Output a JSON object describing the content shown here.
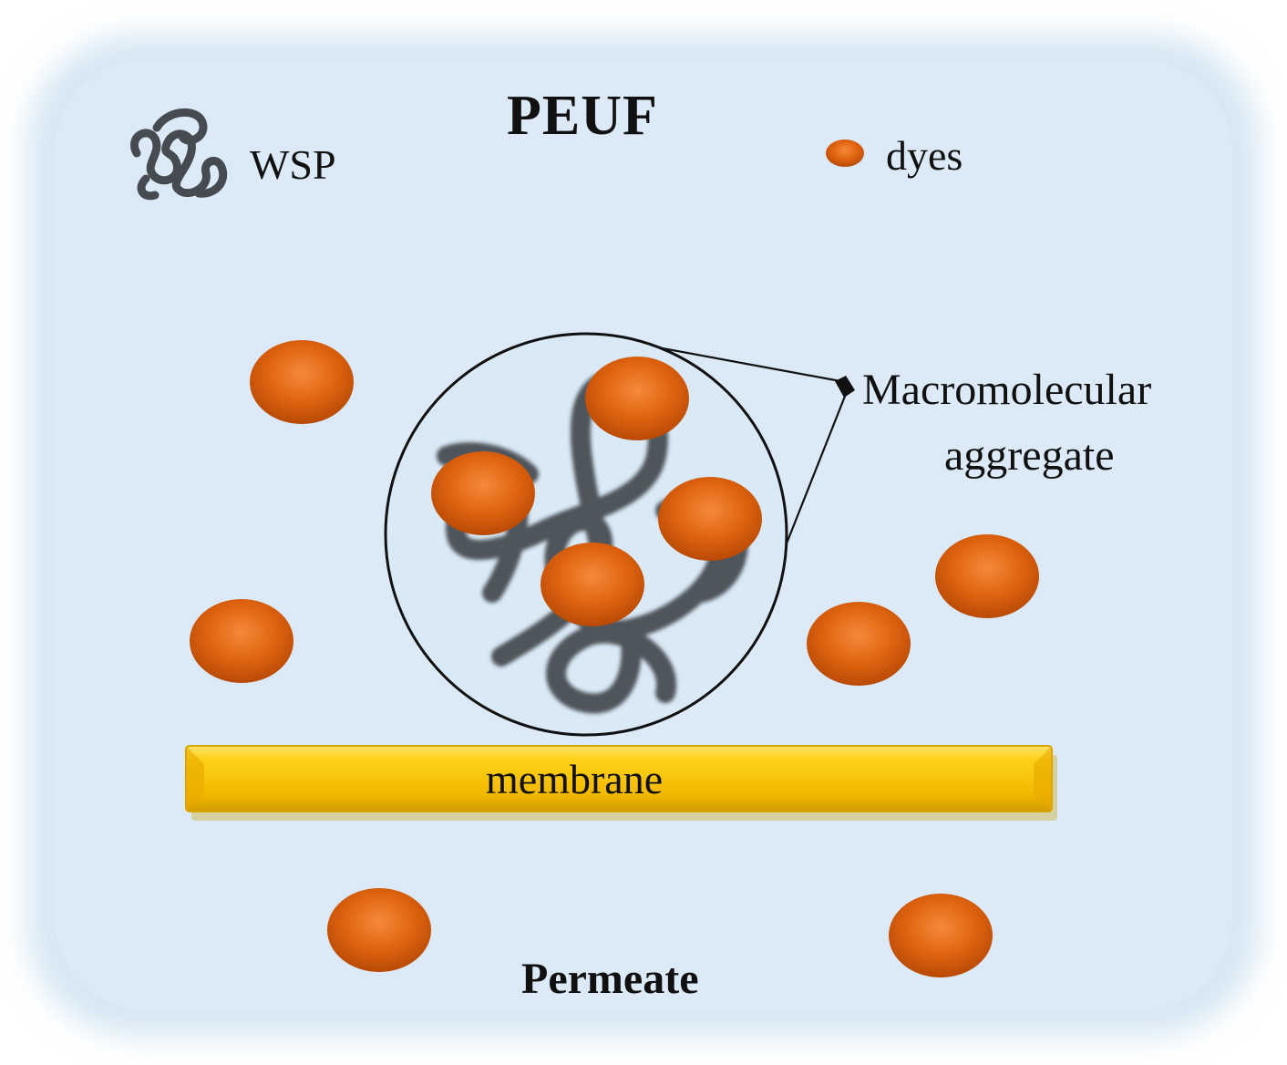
{
  "title": "PEUF",
  "legend": {
    "wsp": {
      "label": "WSP",
      "icon": "polymer-coil-icon"
    },
    "dyes": {
      "label": "dyes",
      "icon": "dye-particle-icon"
    }
  },
  "aggregate": {
    "label_line1": "Macromolecular",
    "label_line2": "aggregate"
  },
  "membrane": {
    "label": "membrane"
  },
  "permeate": {
    "label": "Permeate"
  },
  "colors": {
    "background": "#d9e9f5",
    "dye": "#e06410",
    "dye_shade": "#c44f05",
    "polymer": "#4d5359",
    "membrane": "#f7c800",
    "membrane_edge": "#d9a300",
    "outline": "#111111"
  }
}
